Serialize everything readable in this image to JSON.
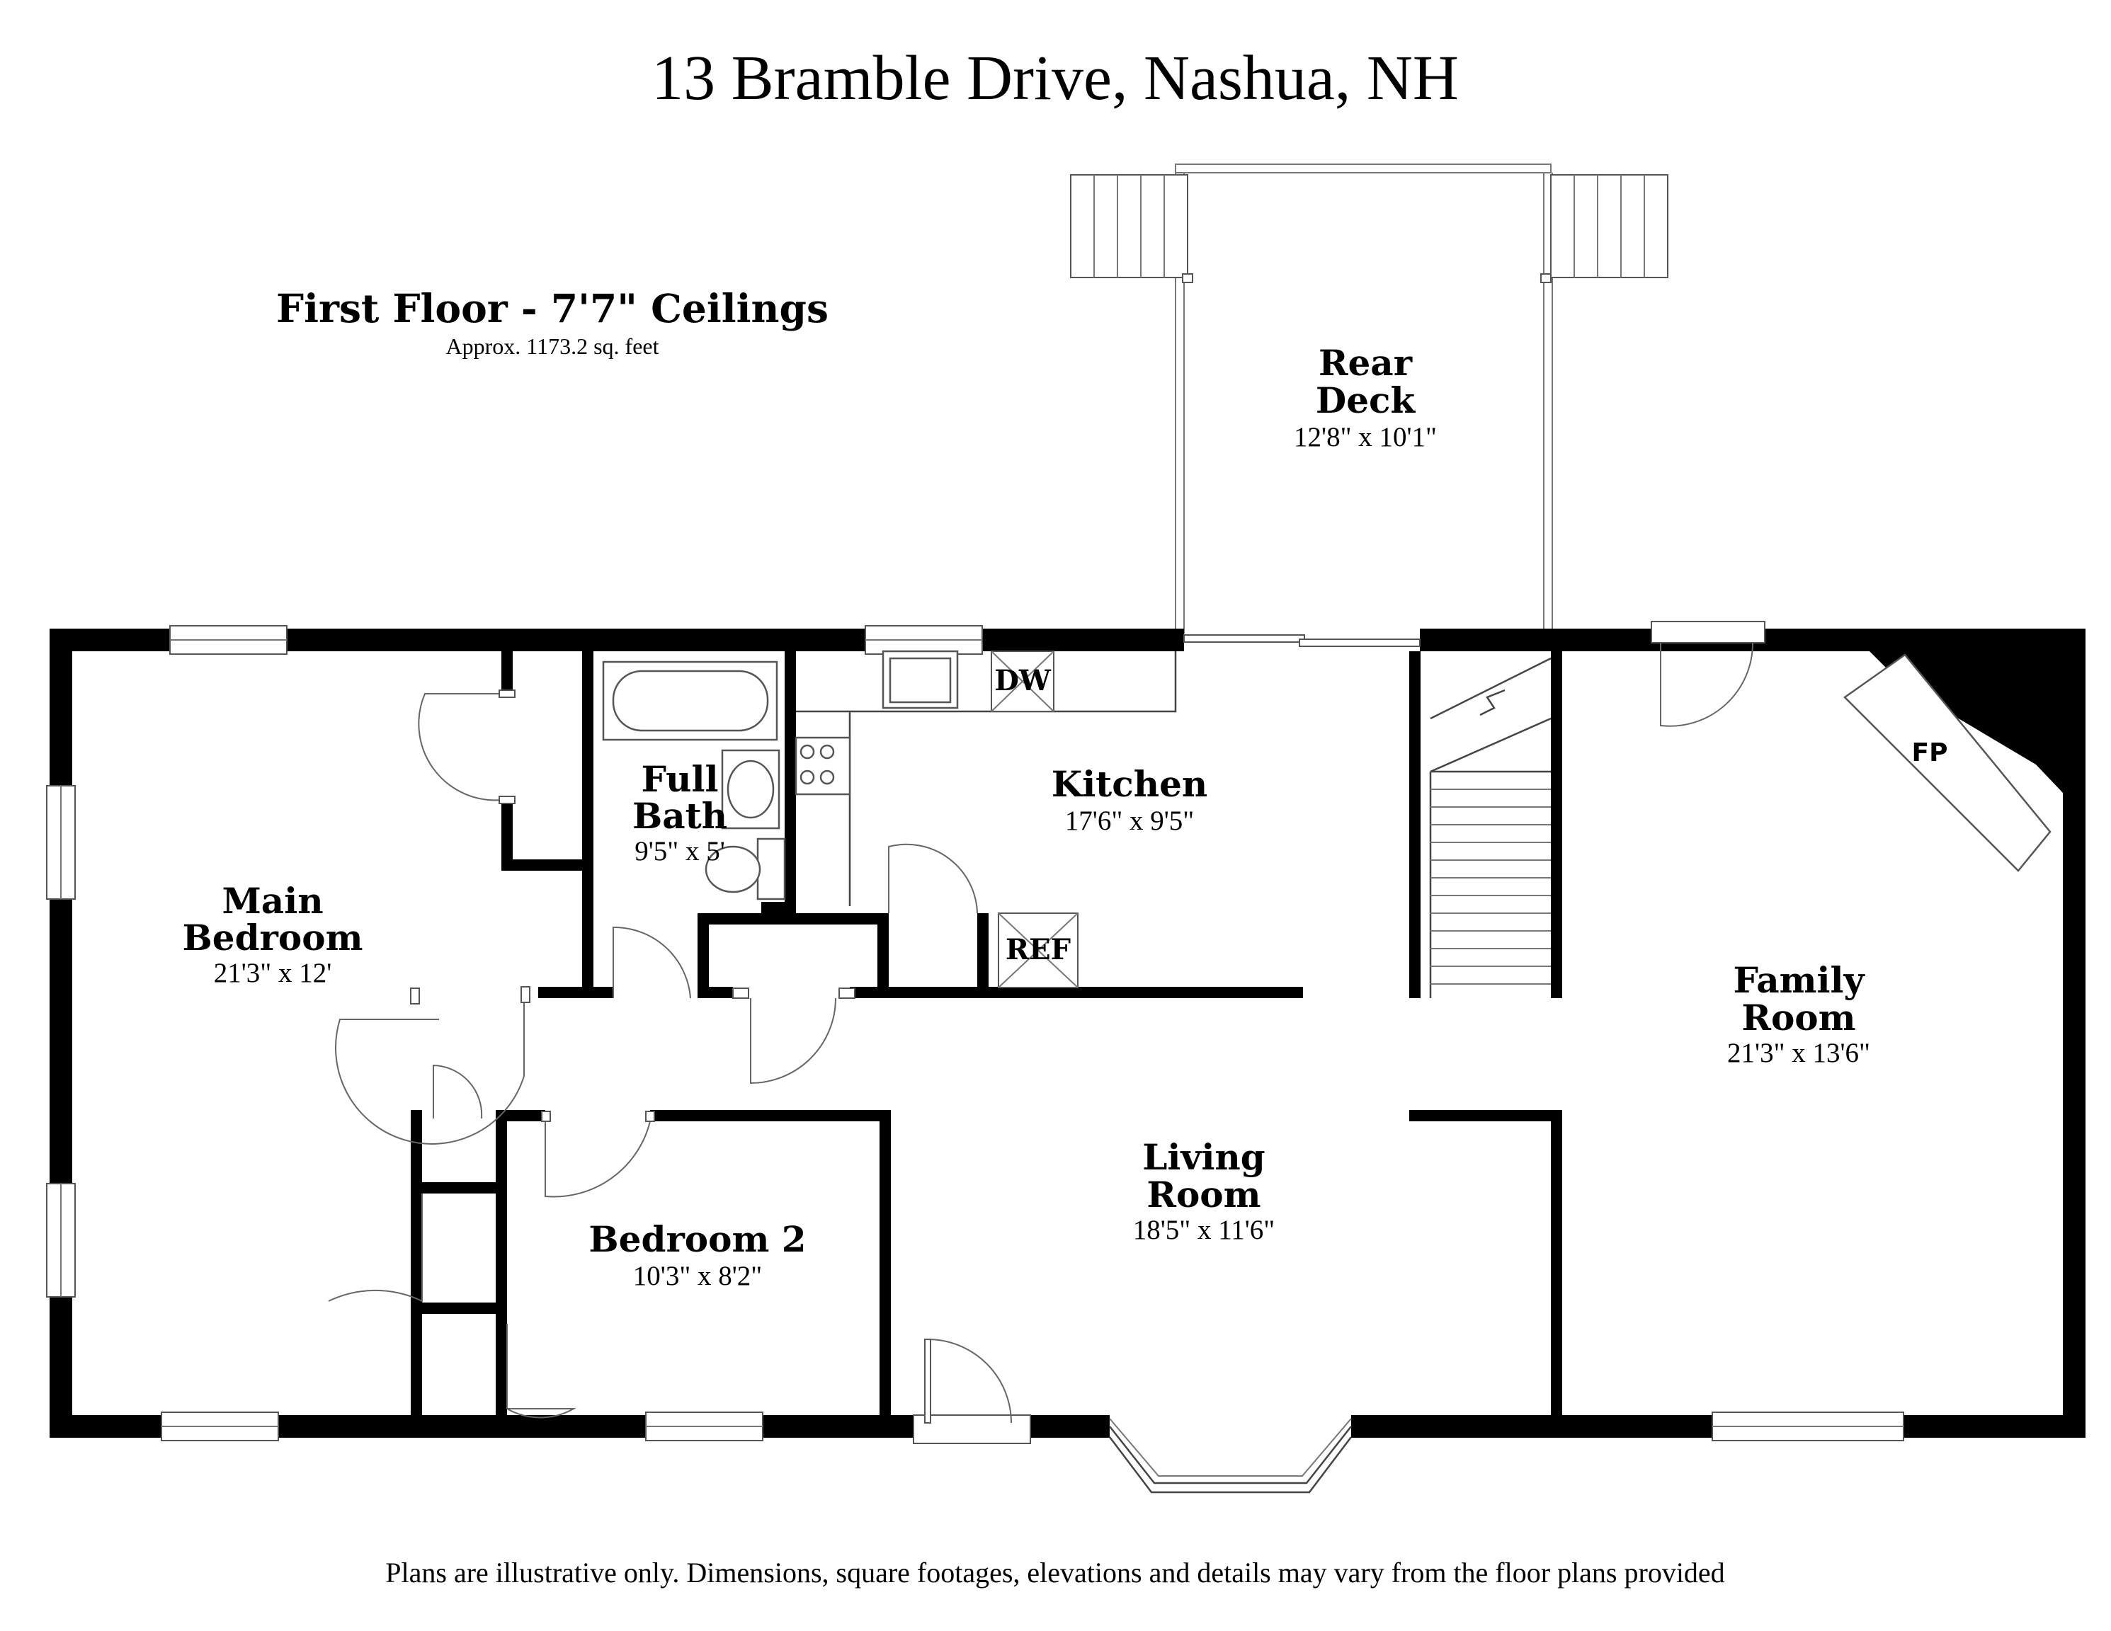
{
  "title": "13 Bramble Drive, Nashua, NH",
  "floor": {
    "name": "First Floor - 7'7\" Ceilings",
    "area": "Approx. 1173.2 sq. feet"
  },
  "rooms": {
    "rear_deck": {
      "name_line1": "Rear",
      "name_line2": "Deck",
      "dims": "12'8\" x 10'1\""
    },
    "kitchen": {
      "name": "Kitchen",
      "dims": "17'6\" x 9'5\""
    },
    "full_bath": {
      "name_line1": "Full",
      "name_line2": "Bath",
      "dims": "9'5\" x 5'"
    },
    "main_bedroom": {
      "name_line1": "Main",
      "name_line2": "Bedroom",
      "dims": "21'3\" x 12'"
    },
    "family_room": {
      "name_line1": "Family",
      "name_line2": "Room",
      "dims": "21'3\" x 13'6\""
    },
    "living_room": {
      "name_line1": "Living",
      "name_line2": "Room",
      "dims": "18'5\" x 11'6\""
    },
    "bedroom_2": {
      "name": "Bedroom 2",
      "dims": "10'3\" x 8'2\""
    }
  },
  "labels": {
    "dishwasher": "DW",
    "refrigerator": "REF",
    "fireplace": "FP"
  },
  "disclaimer": "Plans are illustrative only. Dimensions, square footages, elevations and details may vary from the floor plans provided"
}
